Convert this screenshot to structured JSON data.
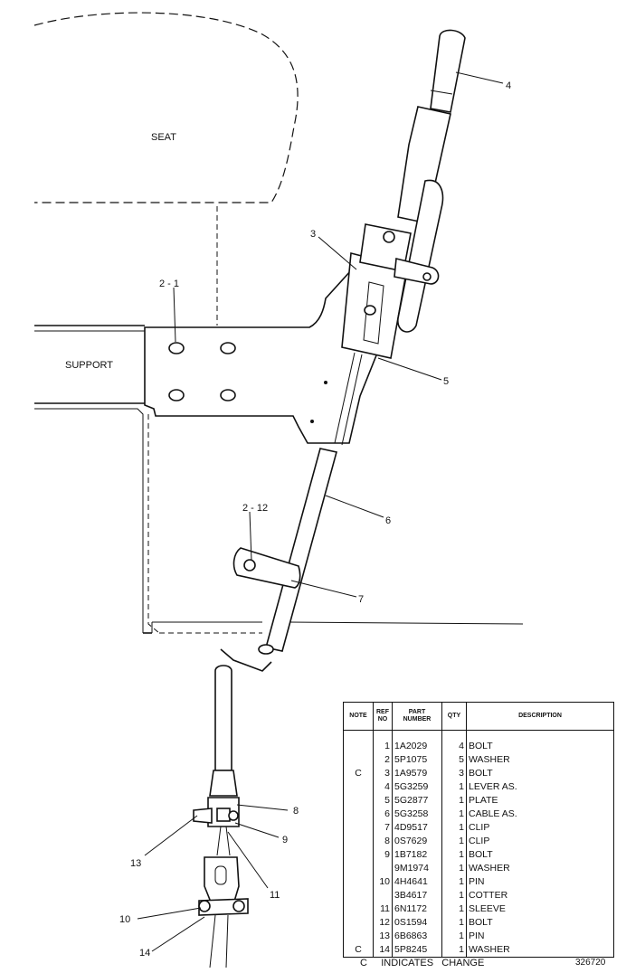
{
  "labels": {
    "seat": "SEAT",
    "support": "SUPPORT"
  },
  "callouts": [
    "4",
    "3",
    "2 - 1",
    "5",
    "2 - 12",
    "6",
    "7",
    "8",
    "9",
    "13",
    "11",
    "10",
    "14"
  ],
  "table": {
    "headers": {
      "note": "NOTE",
      "ref": "REF NO",
      "part_number": "PART NUMBER",
      "qty": "QTY",
      "description": "DESCRIPTION"
    },
    "rows": [
      {
        "note": "",
        "ref": "1",
        "part": "1A2029",
        "qty": "4",
        "desc": "BOLT"
      },
      {
        "note": "",
        "ref": "2",
        "part": "5P1075",
        "qty": "5",
        "desc": "WASHER"
      },
      {
        "note": "C",
        "ref": "3",
        "part": "1A9579",
        "qty": "3",
        "desc": "BOLT"
      },
      {
        "note": "",
        "ref": "4",
        "part": "5G3259",
        "qty": "1",
        "desc": "LEVER AS."
      },
      {
        "note": "",
        "ref": "5",
        "part": "5G2877",
        "qty": "1",
        "desc": "PLATE"
      },
      {
        "note": "",
        "ref": "6",
        "part": "5G3258",
        "qty": "1",
        "desc": "CABLE AS."
      },
      {
        "note": "",
        "ref": "7",
        "part": "4D9517",
        "qty": "1",
        "desc": "CLIP"
      },
      {
        "note": "",
        "ref": "8",
        "part": "0S7629",
        "qty": "1",
        "desc": "CLIP"
      },
      {
        "note": "",
        "ref": "9",
        "part": "1B7182",
        "qty": "1",
        "desc": "BOLT"
      },
      {
        "note": "",
        "ref": "",
        "part": "9M1974",
        "qty": "1",
        "desc": "WASHER"
      },
      {
        "note": "",
        "ref": "10",
        "part": "4H4641",
        "qty": "1",
        "desc": "PIN"
      },
      {
        "note": "",
        "ref": "",
        "part": "3B4617",
        "qty": "1",
        "desc": "COTTER"
      },
      {
        "note": "",
        "ref": "11",
        "part": "6N1172",
        "qty": "1",
        "desc": "SLEEVE"
      },
      {
        "note": "",
        "ref": "12",
        "part": "0S1594",
        "qty": "1",
        "desc": "BOLT"
      },
      {
        "note": "",
        "ref": "13",
        "part": "6B6863",
        "qty": "1",
        "desc": "PIN"
      },
      {
        "note": "C",
        "ref": "14",
        "part": "5P8245",
        "qty": "1",
        "desc": "WASHER"
      }
    ]
  },
  "footer": {
    "note": "C     INDICATES   CHANGE",
    "drawing_number": "326720"
  }
}
